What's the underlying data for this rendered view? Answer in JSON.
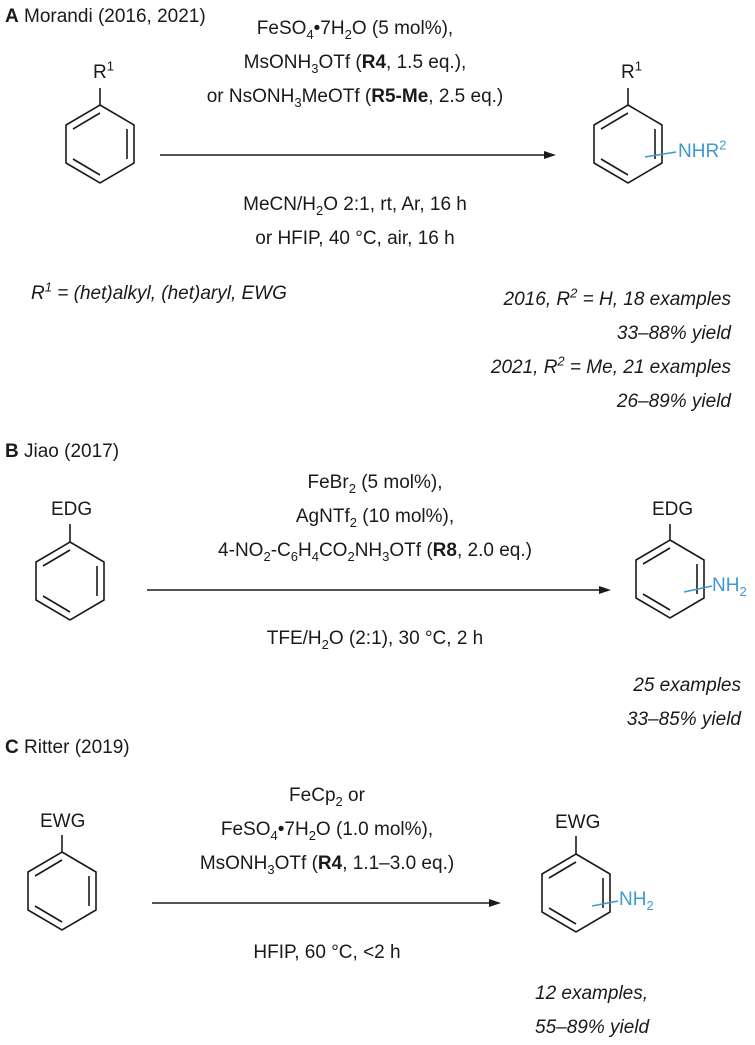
{
  "sections": {
    "A": {
      "letter": "A",
      "author": "Morandi (2016, 2021)",
      "reactant_sub": "R",
      "reactant_sub_sup": "1",
      "product_sub": "R",
      "product_sub_sup": "1",
      "product_group": "NHR",
      "product_group_sup": "2",
      "cond_above": [
        {
          "parts": [
            {
              "t": "FeSO"
            },
            {
              "sub": "4"
            },
            {
              "t": "•7H"
            },
            {
              "sub": "2"
            },
            {
              "t": "O (5 mol%),"
            }
          ]
        },
        {
          "parts": [
            {
              "t": "MsONH"
            },
            {
              "sub": "3"
            },
            {
              "t": "OTf ("
            },
            {
              "b": "R4"
            },
            {
              "t": ", 1.5 eq.),"
            }
          ]
        },
        {
          "parts": [
            {
              "t": "or NsONH"
            },
            {
              "sub": "3"
            },
            {
              "t": "MeOTf ("
            },
            {
              "b": "R5-Me"
            },
            {
              "t": ", 2.5 eq.)"
            }
          ]
        }
      ],
      "cond_below": [
        {
          "parts": [
            {
              "t": "MeCN/H"
            },
            {
              "sub": "2"
            },
            {
              "t": "O 2:1, rt, Ar, 16 h"
            }
          ]
        },
        {
          "parts": [
            {
              "t": "or HFIP, 40 °C, air, 16 h"
            }
          ]
        }
      ],
      "note_left": {
        "parts": [
          {
            "t": "R"
          },
          {
            "sup": "1"
          },
          {
            "t": " = (het)alkyl, (het)aryl, EWG"
          }
        ]
      },
      "results": [
        {
          "parts": [
            {
              "t": "2016, R"
            },
            {
              "sup": "2"
            },
            {
              "t": " = H, 18 examples"
            }
          ]
        },
        {
          "parts": [
            {
              "t": "33–88% yield"
            }
          ]
        },
        {
          "parts": [
            {
              "t": "2021, R"
            },
            {
              "sup": "2"
            },
            {
              "t": " = Me, 21 examples"
            }
          ]
        },
        {
          "parts": [
            {
              "t": "26–89% yield"
            }
          ]
        }
      ]
    },
    "B": {
      "letter": "B",
      "author": "Jiao (2017)",
      "reactant_sub": "EDG",
      "product_sub": "EDG",
      "product_group": "NH",
      "product_group_sub": "2",
      "cond_above": [
        {
          "parts": [
            {
              "t": "FeBr"
            },
            {
              "sub": "2"
            },
            {
              "t": " (5 mol%),"
            }
          ]
        },
        {
          "parts": [
            {
              "t": "AgNTf"
            },
            {
              "sub": "2"
            },
            {
              "t": " (10 mol%),"
            }
          ]
        },
        {
          "parts": [
            {
              "t": "4-NO"
            },
            {
              "sub": "2"
            },
            {
              "t": "-C"
            },
            {
              "sub": "6"
            },
            {
              "t": "H"
            },
            {
              "sub": "4"
            },
            {
              "t": "CO"
            },
            {
              "sub": "2"
            },
            {
              "t": "NH"
            },
            {
              "sub": "3"
            },
            {
              "t": "OTf ("
            },
            {
              "b": "R8"
            },
            {
              "t": ", 2.0 eq.)"
            }
          ]
        }
      ],
      "cond_below": [
        {
          "parts": [
            {
              "t": "TFE/H"
            },
            {
              "sub": "2"
            },
            {
              "t": "O (2:1), 30 °C, 2 h"
            }
          ]
        }
      ],
      "results": [
        {
          "parts": [
            {
              "t": "25 examples"
            }
          ]
        },
        {
          "parts": [
            {
              "t": "33–85% yield"
            }
          ]
        }
      ]
    },
    "C": {
      "letter": "C",
      "author": "Ritter (2019)",
      "reactant_sub": "EWG",
      "product_sub": "EWG",
      "product_group": "NH",
      "product_group_sub": "2",
      "cond_above": [
        {
          "parts": [
            {
              "t": "FeCp"
            },
            {
              "sub": "2"
            },
            {
              "t": " or"
            }
          ]
        },
        {
          "parts": [
            {
              "t": "FeSO"
            },
            {
              "sub": "4"
            },
            {
              "t": "•7H"
            },
            {
              "sub": "2"
            },
            {
              "t": "O (1.0 mol%),"
            }
          ]
        },
        {
          "parts": [
            {
              "t": "MsONH"
            },
            {
              "sub": "3"
            },
            {
              "t": "OTf ("
            },
            {
              "b": "R4"
            },
            {
              "t": ", 1.1–3.0 eq.)"
            }
          ]
        }
      ],
      "cond_below": [
        {
          "parts": [
            {
              "t": "HFIP, 60 °C, <2 h"
            }
          ]
        }
      ],
      "results": [
        {
          "parts": [
            {
              "t": "12 examples,"
            }
          ]
        },
        {
          "parts": [
            {
              "t": "55–89% yield"
            }
          ]
        }
      ]
    }
  },
  "colors": {
    "text": "#1a1a1a",
    "accent": "#3d9ad1"
  }
}
